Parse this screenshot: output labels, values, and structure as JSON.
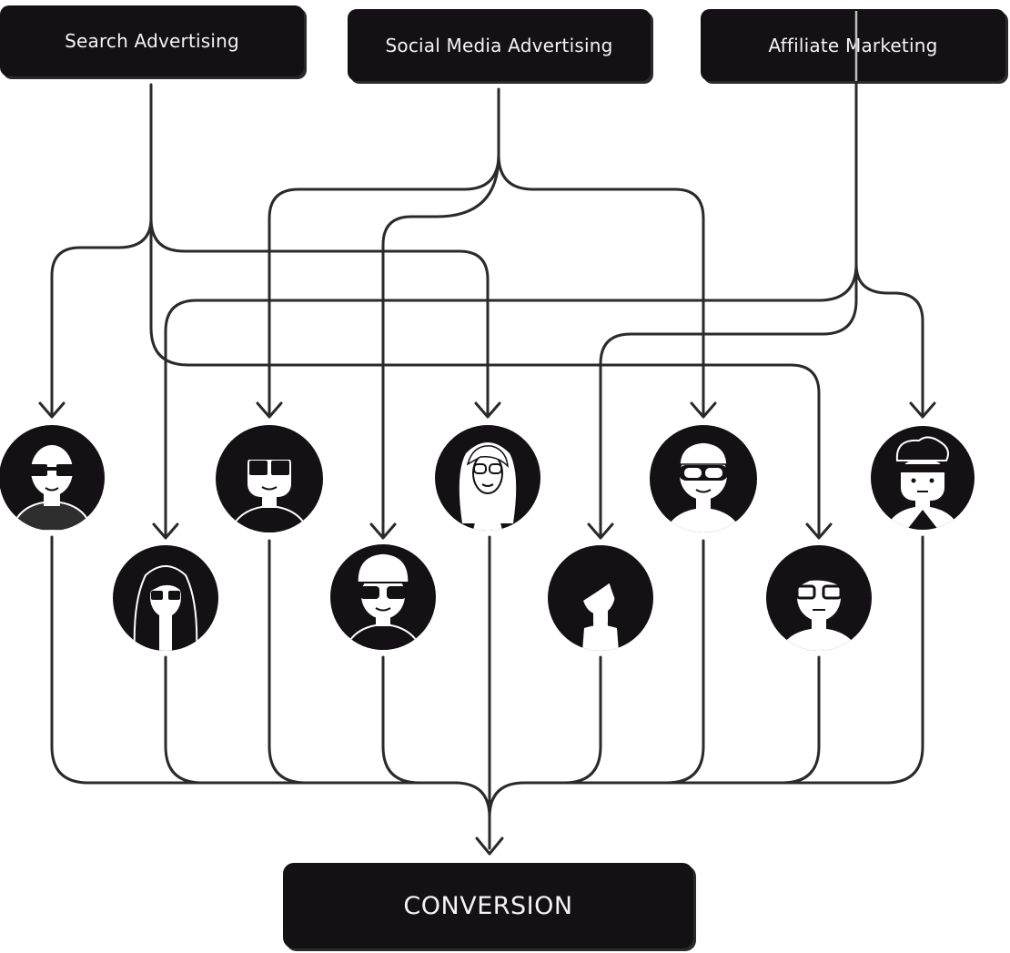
{
  "sources": {
    "search": "Search Advertising",
    "social": "Social Media Advertising",
    "affiliate": "Affiliate Marketing"
  },
  "target": "CONVERSION",
  "colors": {
    "box": "#141115",
    "line": "#2a2a2a",
    "avatar": "#141115",
    "face": "#ffffff"
  },
  "avatars": [
    {
      "name": "avatar-1",
      "icon": "person-glasses-icon"
    },
    {
      "name": "avatar-2",
      "icon": "person-long-hair-glasses-icon"
    },
    {
      "name": "avatar-3",
      "icon": "person-square-glasses-icon"
    },
    {
      "name": "avatar-4",
      "icon": "person-sunglasses-icon"
    },
    {
      "name": "avatar-5",
      "icon": "person-blonde-glasses-icon"
    },
    {
      "name": "avatar-6",
      "icon": "person-bob-hair-icon"
    },
    {
      "name": "avatar-7",
      "icon": "person-goggles-icon"
    },
    {
      "name": "avatar-8",
      "icon": "person-glasses-icon"
    },
    {
      "name": "avatar-9",
      "icon": "person-headband-icon"
    }
  ]
}
